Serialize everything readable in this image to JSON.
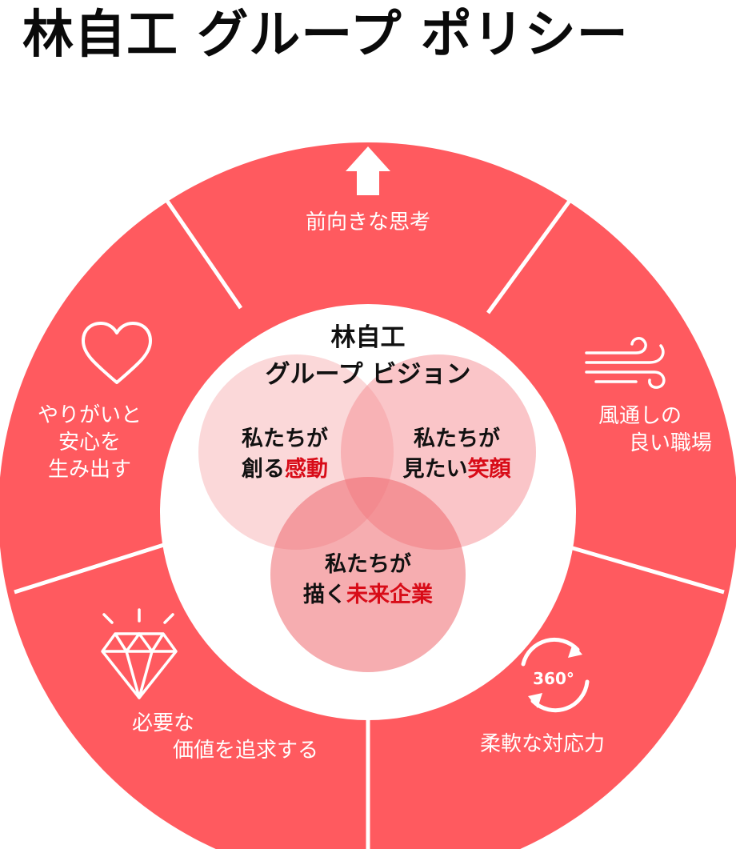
{
  "title": "林自工 グループ ポリシー",
  "colors": {
    "segment": "#ff5a5f",
    "divider": "#ffffff",
    "venn_left": "#fbd5d6",
    "venn_right": "#f9b7b9",
    "venn_bottom": "#f48f93",
    "highlight_text": "#d80c18",
    "dark_text": "#111111"
  },
  "center": {
    "title_line1": "林自工",
    "title_line2": "グループ ビジョン"
  },
  "venn": [
    {
      "line1": "私たちが",
      "line2_prefix": "創る",
      "line2_highlight": "感動"
    },
    {
      "line1": "私たちが",
      "line2_prefix": "見たい",
      "line2_highlight": "笑顔"
    },
    {
      "line1": "私たちが",
      "line2_prefix": "描く",
      "line2_highlight": "未来企業"
    }
  ],
  "segments": [
    {
      "icon": "arrow-up-icon",
      "lines": [
        "前向きな思考"
      ]
    },
    {
      "icon": "wind-icon",
      "lines": [
        "風通しの",
        "良い職場"
      ]
    },
    {
      "icon": "rotate-360-icon",
      "icon_text": "360°",
      "lines": [
        "柔軟な対応力"
      ]
    },
    {
      "icon": "diamond-icon",
      "lines": [
        "必要な",
        "価値を追求する"
      ]
    },
    {
      "icon": "heart-icon",
      "lines": [
        "やりがいと",
        "安心を",
        "生み出す"
      ]
    }
  ]
}
